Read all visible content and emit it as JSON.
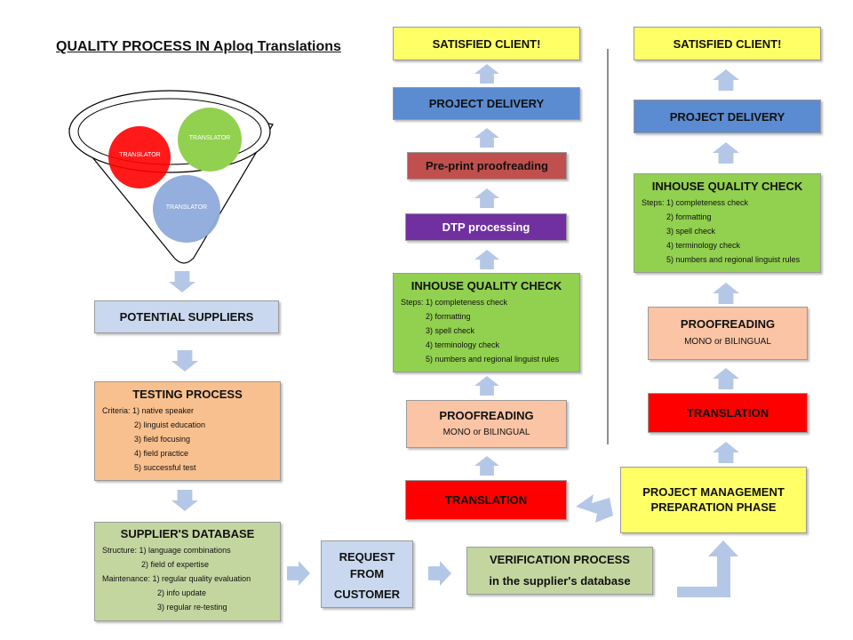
{
  "title": "QUALITY PROCESS IN Aploq Translations",
  "funnel": {
    "circles": [
      "TRANSLATOR",
      "TRANSLATOR",
      "TRANSLATOR"
    ]
  },
  "left_column": {
    "potential_suppliers": "POTENTIAL SUPPLIERS",
    "testing": {
      "title": "TESTING PROCESS",
      "lines": [
        "Criteria: 1) native speaker",
        "2) linguist education",
        "3) field focusing",
        "4) field practice",
        "5) successful test"
      ]
    },
    "database": {
      "title": "SUPPLIER'S DATABASE",
      "lines": [
        "Structure: 1) language combinations",
        "2) field of expertise",
        "Maintenance: 1) regular quality evaluation",
        "2) info update",
        "3) regular re-testing"
      ]
    }
  },
  "bottom_row": {
    "request": [
      "REQUEST",
      "FROM",
      "CUSTOMER"
    ],
    "verification": [
      "VERIFICATION PROCESS",
      "in the supplier's database"
    ]
  },
  "middle_column": {
    "satisfied": "SATISFIED CLIENT!",
    "delivery": "PROJECT DELIVERY",
    "preprint": "Pre-print proofreading",
    "dtp": "DTP processing",
    "qc": {
      "title": "INHOUSE QUALITY CHECK",
      "lines": [
        "Steps: 1) completeness check",
        "2) formatting",
        "3) spell check",
        "4) terminology check",
        "5) numbers and regional linguist rules"
      ]
    },
    "proofreading": {
      "title": "PROOFREADING",
      "sub": "MONO or BILINGUAL"
    },
    "translation": "TRANSLATION"
  },
  "right_column": {
    "satisfied": "SATISFIED CLIENT!",
    "delivery": "PROJECT DELIVERY",
    "qc": {
      "title": "INHOUSE QUALITY CHECK",
      "lines": [
        "Steps: 1) completeness check",
        "2) formatting",
        "3) spell check",
        "4) terminology check",
        "5) numbers and regional linguist rules"
      ]
    },
    "proofreading": {
      "title": "PROOFREADING",
      "sub": "MONO or BILINGUAL"
    },
    "translation": "TRANSLATION",
    "pm": [
      "PROJECT MANAGEMENT",
      "PREPARATION PHASE"
    ]
  },
  "colors": {
    "arrow": "#b4c7e7",
    "yellow": "#ffff66",
    "blue": "#5b8bd0",
    "green": "#92d050",
    "red": "#ff0000",
    "purple": "#7030a0",
    "brick": "#c0504d"
  }
}
